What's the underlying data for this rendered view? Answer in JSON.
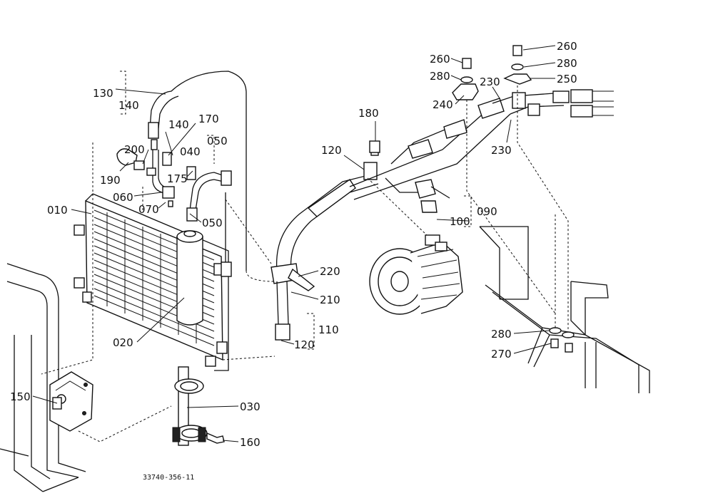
{
  "labels": {
    "l130": "130",
    "l140a": "140",
    "l140b": "140",
    "l170": "170",
    "l050a": "050",
    "l040": "040",
    "l200": "200",
    "l190": "190",
    "l175": "175",
    "l060": "060",
    "l070": "070",
    "l050b": "050",
    "l010": "010",
    "l020": "020",
    "l030": "030",
    "l150": "150",
    "l160": "160",
    "l120a": "120",
    "l120b": "120",
    "l180": "180",
    "l220": "220",
    "l210": "210",
    "l110": "110",
    "l090": "090",
    "l100": "100",
    "l260a": "260",
    "l280a": "280",
    "l230a": "230",
    "l240": "240",
    "l260b": "260",
    "l280b": "280",
    "l250": "250",
    "l230b": "230",
    "l280c": "280",
    "l270": "270"
  },
  "footer": {
    "drawing_code": "33740-356-11"
  }
}
